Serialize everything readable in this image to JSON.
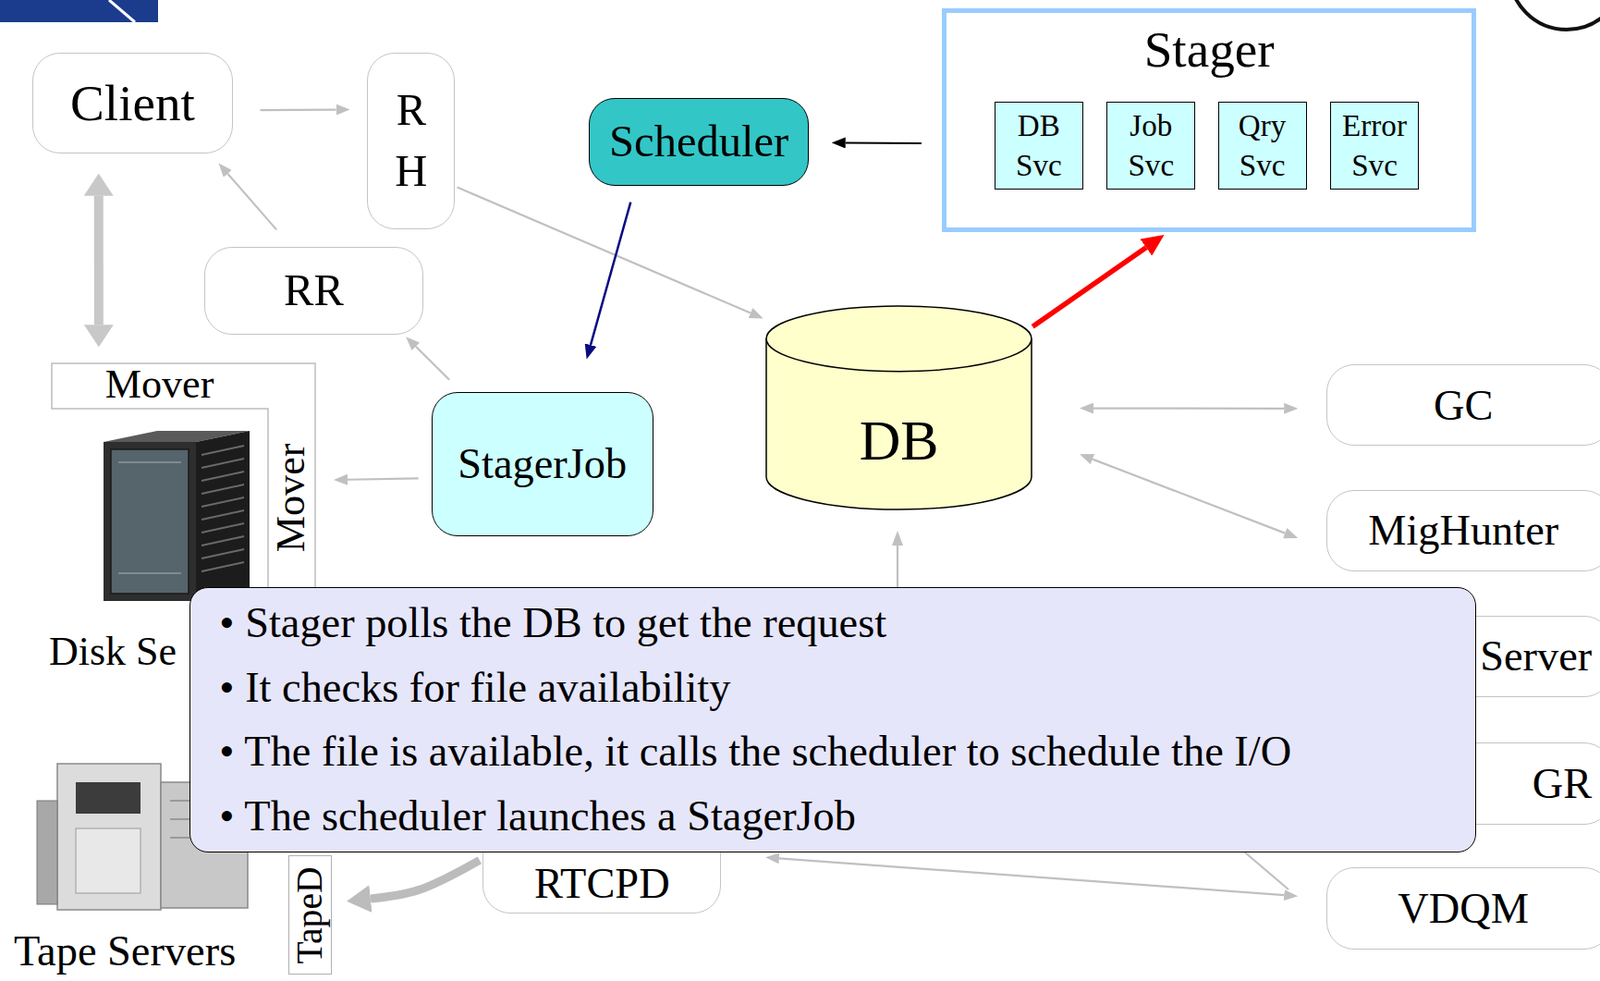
{
  "diagram": {
    "nodes": [
      {
        "text": [
          "Client"
        ]
      },
      {
        "text": [
          "R H"
        ]
      },
      {
        "text": [
          "Scheduler"
        ]
      },
      {
        "text": [
          "Stager"
        ]
      },
      {
        "text": [
          "DB Svc"
        ],
        "in": 3
      },
      {
        "text": [
          "Job Svc"
        ],
        "in": 3
      },
      {
        "text": [
          "Qry Svc"
        ],
        "in": 3
      },
      {
        "text": [
          "Error Svc"
        ],
        "in": 3
      },
      {
        "text": [
          "RR"
        ]
      },
      {
        "text": [
          "Mover",
          "Mover"
        ]
      },
      {
        "text": [
          "StagerJob"
        ]
      },
      {
        "text": [
          "DB"
        ]
      },
      {
        "text": [
          "GC"
        ]
      },
      {
        "text": [
          "MigHunter"
        ]
      },
      {
        "text": [
          "• Stager polls the DB to get the request",
          "• It checks for file availability",
          "• The file is available, it calls the scheduler to schedule the I/O",
          "• The scheduler launches a StagerJob"
        ]
      },
      {
        "text": [
          "Server"
        ]
      },
      {
        "text": [
          "GR"
        ]
      },
      {
        "text": [
          "RTCPD"
        ]
      },
      {
        "text": [
          "TapeD"
        ]
      },
      {
        "text": [
          "VDQM"
        ]
      }
    ],
    "edges": [
      {
        "from": 0,
        "to": 1,
        "arrow": "to"
      },
      {
        "from": 1,
        "to": 11,
        "arrow": "to"
      },
      {
        "from": 3,
        "to": 2,
        "arrow": "to"
      },
      {
        "from": 2,
        "to": 10,
        "arrow": "to"
      },
      {
        "from": 11,
        "to": 3,
        "arrow": "to"
      },
      {
        "from": 8,
        "to": 0,
        "arrow": "to"
      },
      {
        "from": 10,
        "to": 8,
        "arrow": "to"
      },
      {
        "from": 10,
        "to": 9,
        "arrow": "to"
      },
      {
        "from": 0,
        "to": 9,
        "arrow": "both"
      },
      {
        "from": 11,
        "to": 12,
        "arrow": "both"
      },
      {
        "from": 11,
        "to": 13,
        "arrow": "both"
      },
      {
        "from": 19,
        "to": 17,
        "arrow": "both"
      },
      {
        "from": 17,
        "to": 18,
        "arrow": "to"
      }
    ],
    "labels": [
      "Disk Se",
      "Tape Servers"
    ]
  }
}
